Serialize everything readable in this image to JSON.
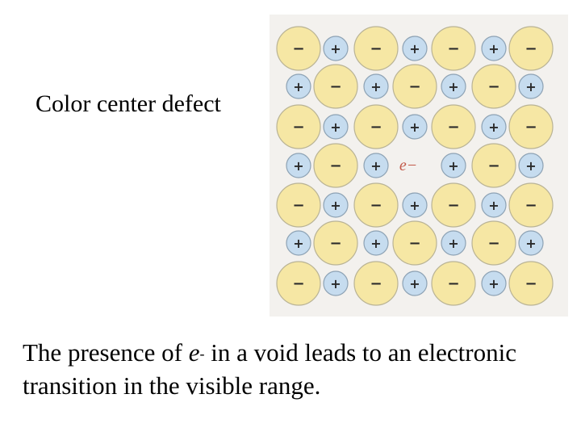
{
  "title": "Color center defect",
  "caption": {
    "before": "The presence of ",
    "e": "e",
    "sup": "-",
    "after": " in a void leads to an electronic transition in the visible range."
  },
  "lattice": {
    "anion_sign": "−",
    "cation_sign": "+",
    "electron_label": "e−",
    "colors": {
      "anion_fill": "#f6e7a4",
      "anion_stroke": "#b9b395",
      "cation_fill": "#c6dcef",
      "cation_stroke": "#8da2b4",
      "electron": "#c25a4a",
      "background": "#f3f1ee"
    }
  }
}
